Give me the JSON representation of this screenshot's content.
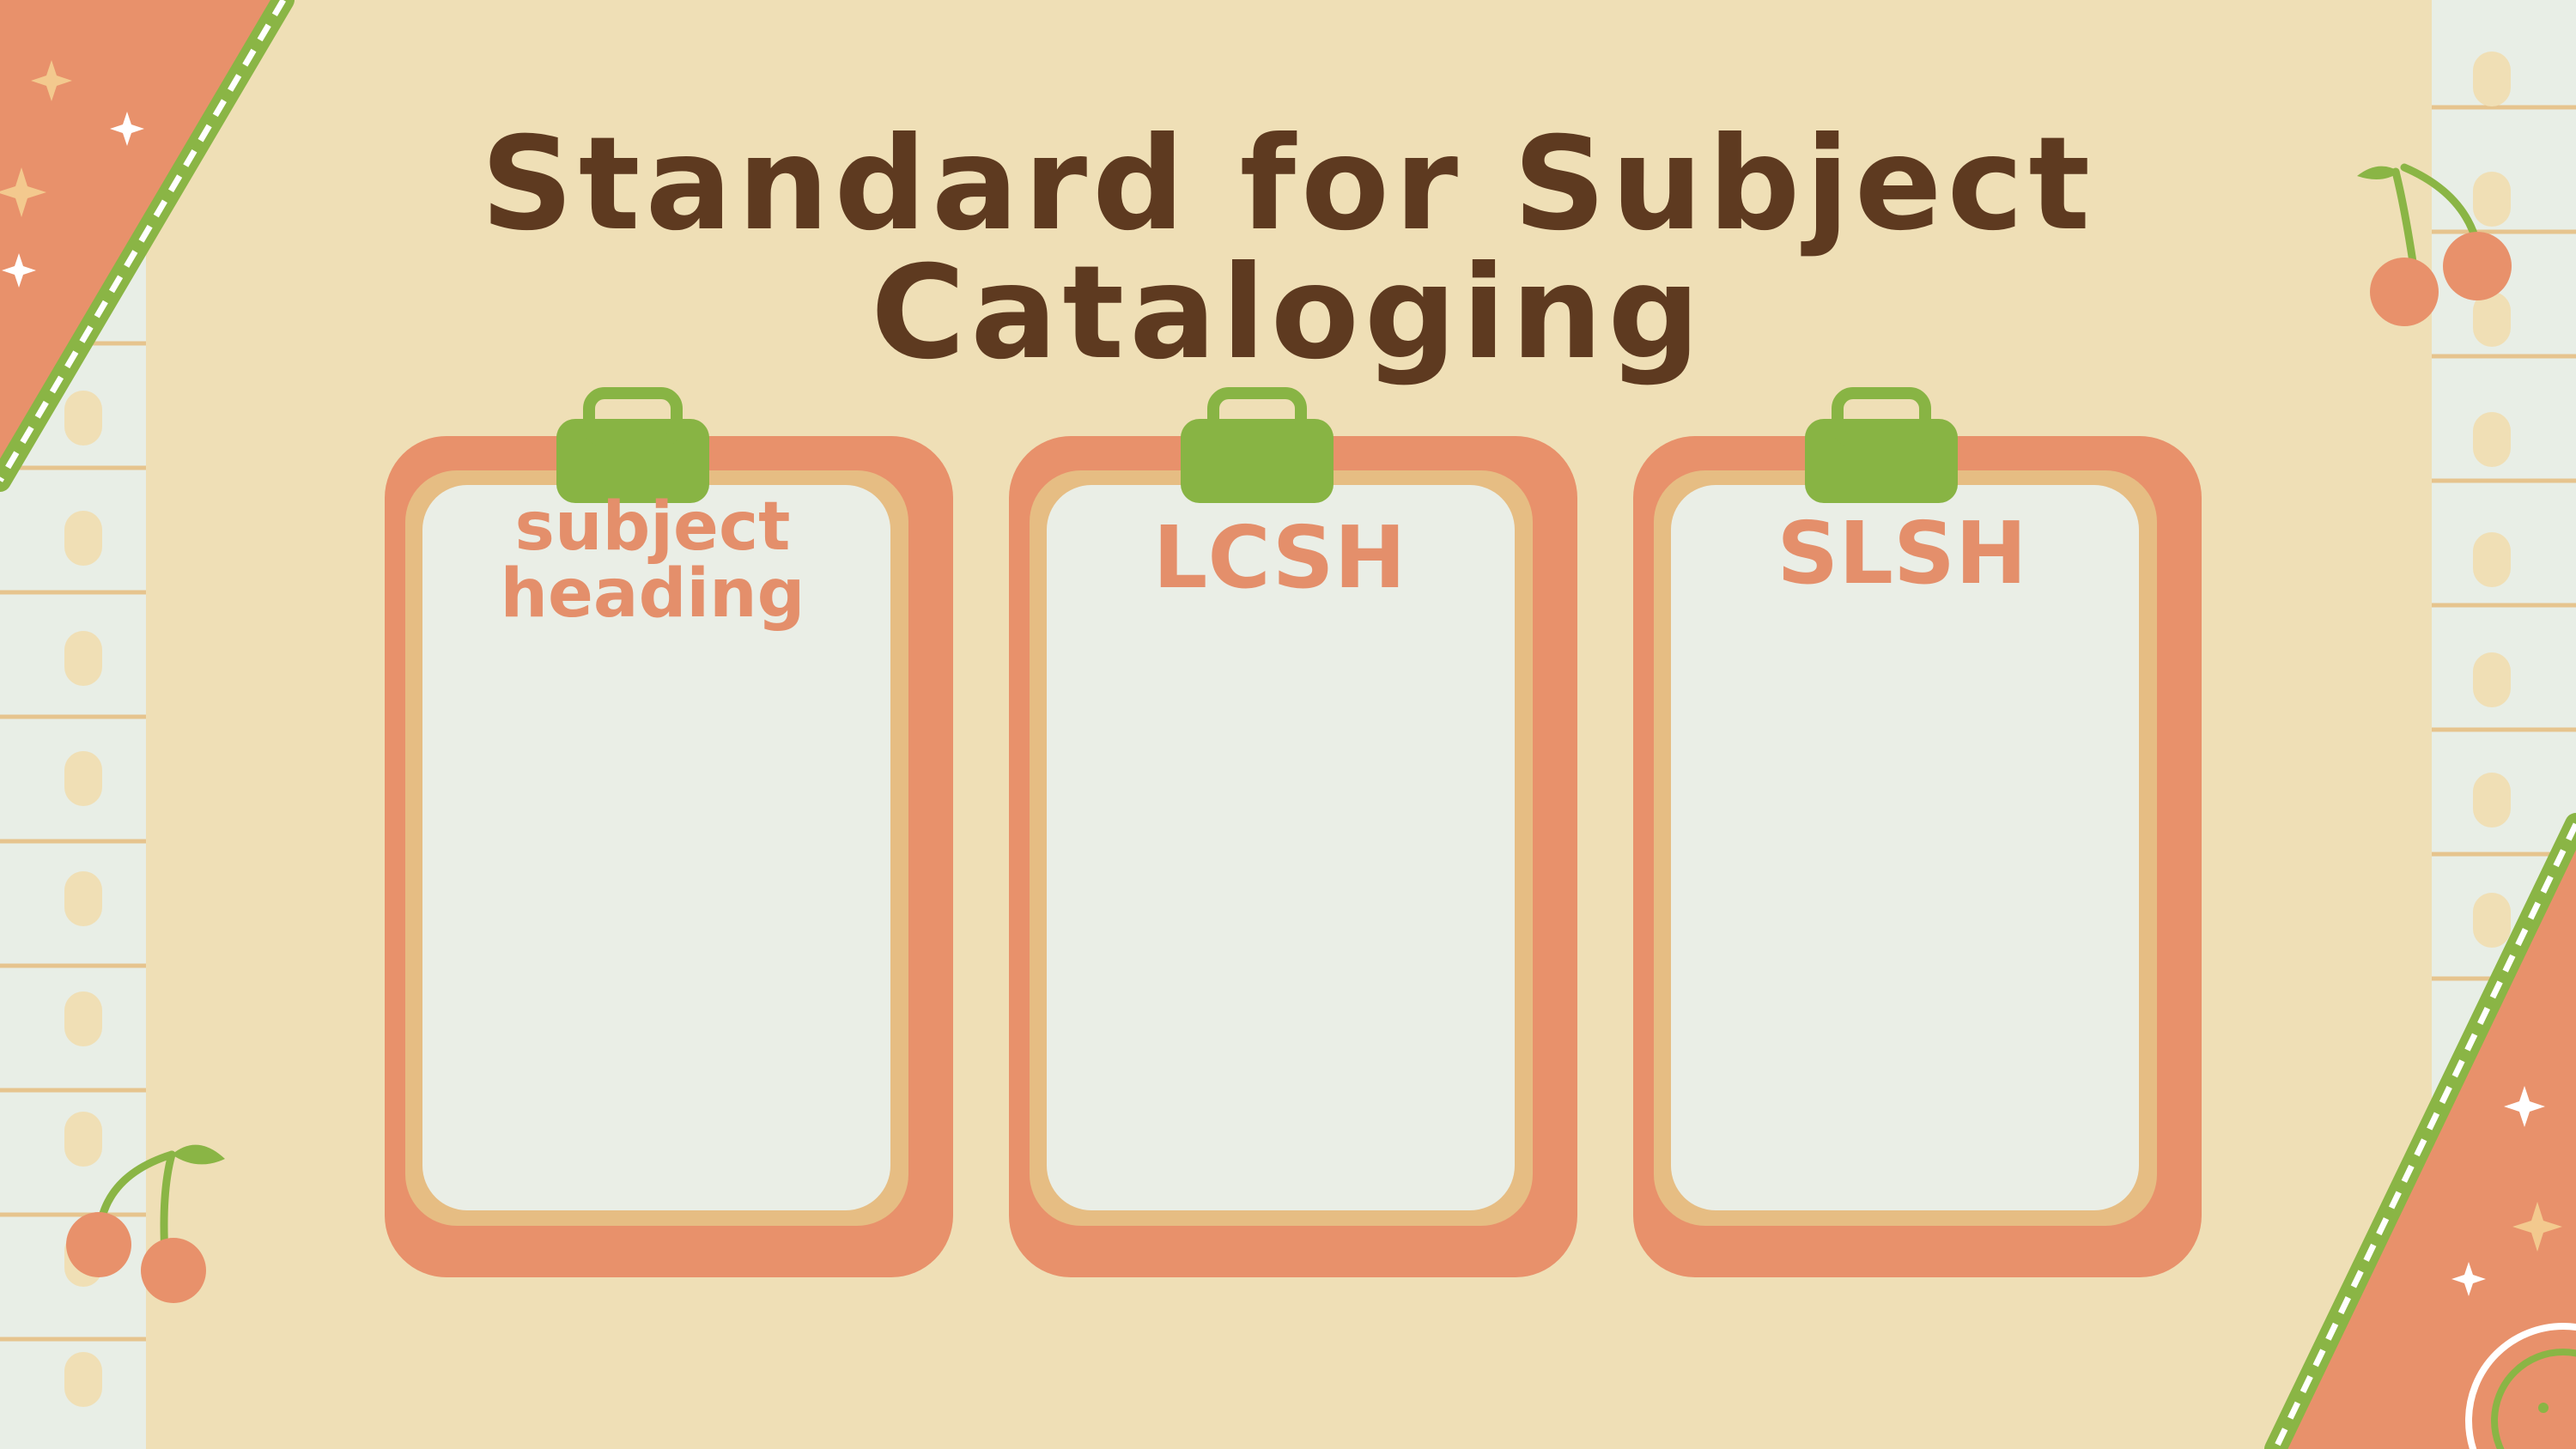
{
  "slide": {
    "title_line1": "Standard for Subject",
    "title_line2": "Cataloging"
  },
  "boards": [
    {
      "label": "subject heading"
    },
    {
      "label": "LCSH"
    },
    {
      "label": "SLSH"
    }
  ],
  "colors": {
    "background": "#efdfb6",
    "side_paper": "#e8eee6",
    "coral": "#e8916b",
    "board_inner": "#eaeee6",
    "clip_green": "#88b444",
    "title_brown": "#5e3a20",
    "label_coral": "#e48f6b"
  },
  "icons": {
    "decor_top_left": "coral-fabric-corner-icon",
    "decor_bottom_right": "coral-fabric-corner-icon",
    "cherry_left": "cherry-icon",
    "cherry_right": "cherry-icon",
    "smiley": "smiley-icon"
  }
}
